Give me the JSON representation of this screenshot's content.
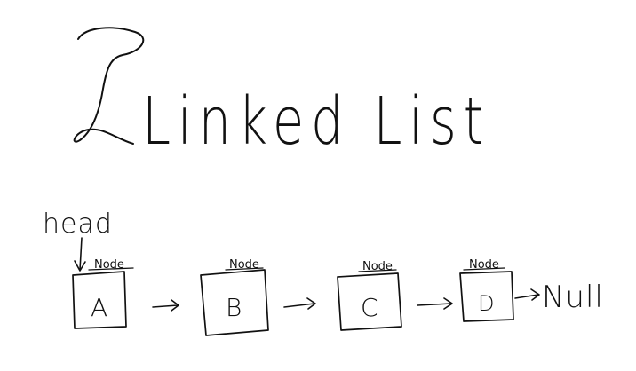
{
  "title": "Linked List",
  "head_label": "head",
  "null_label": "Null",
  "nodes": [
    {
      "caption": "Node",
      "value": "A"
    },
    {
      "caption": "Node",
      "value": "B"
    },
    {
      "caption": "Node",
      "value": "C"
    },
    {
      "caption": "Node",
      "value": "D"
    }
  ],
  "colors": {
    "ink": "#111111",
    "background": "#ffffff"
  }
}
